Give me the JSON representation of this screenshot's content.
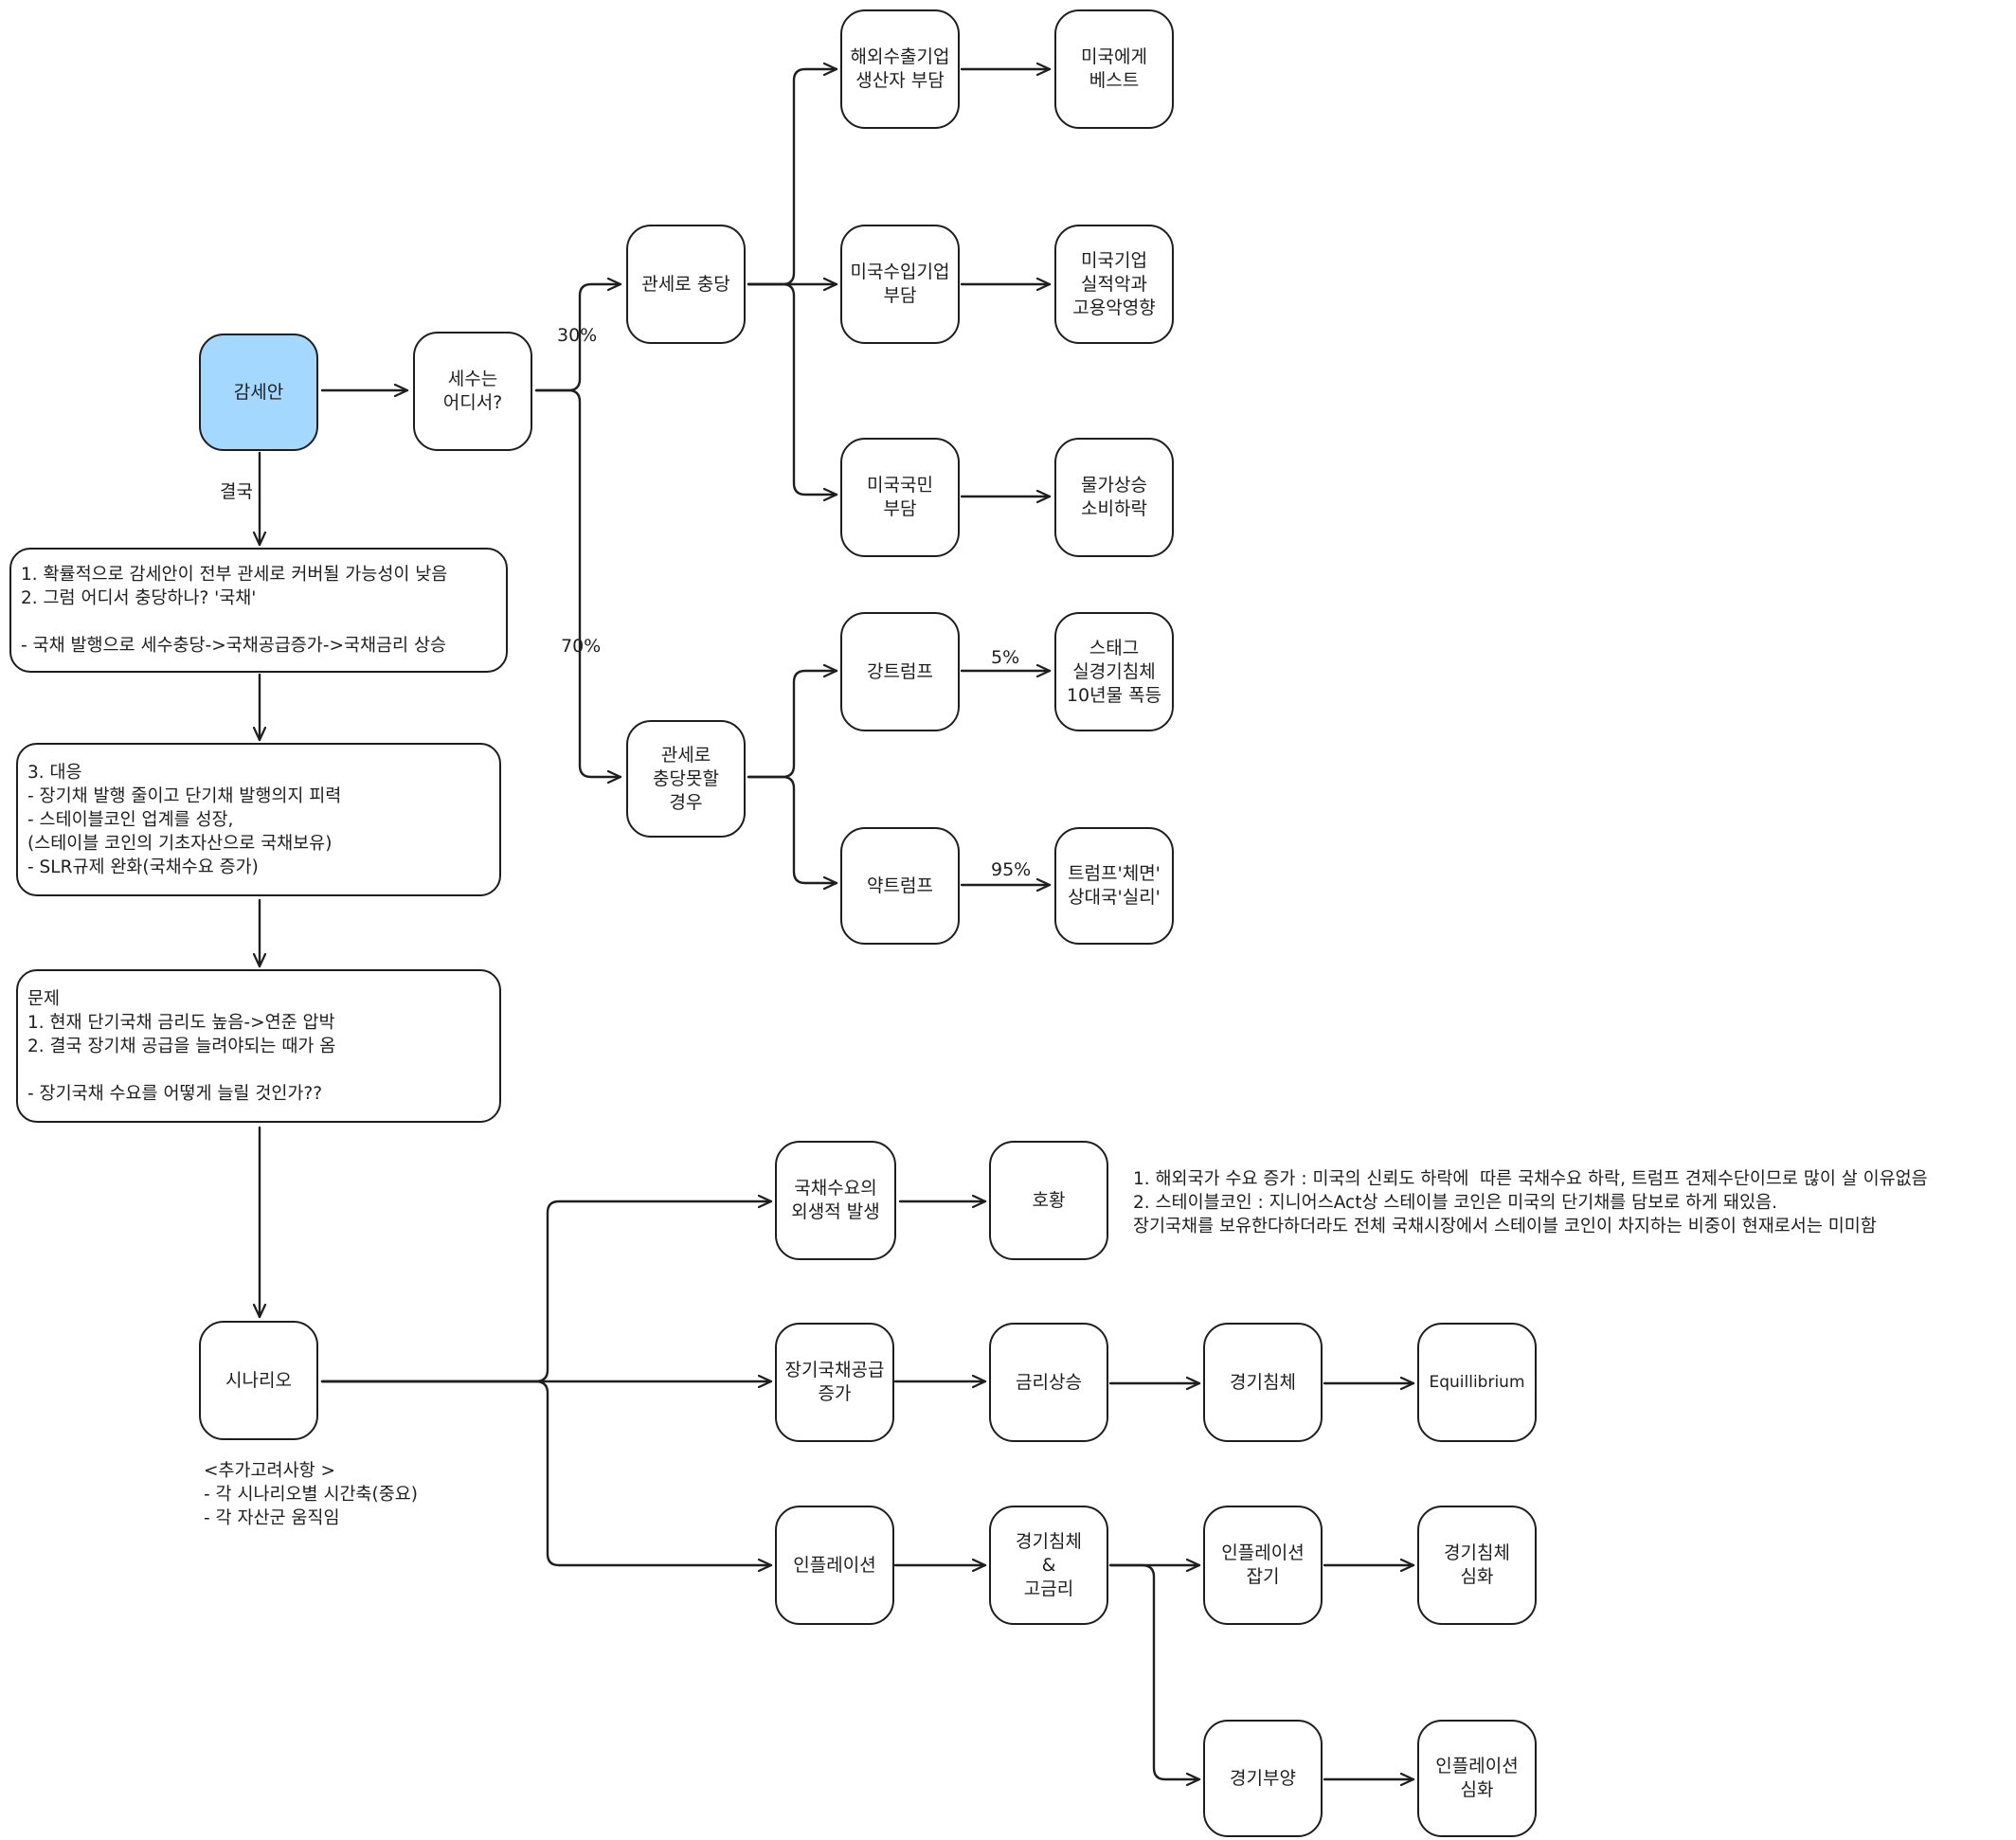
{
  "nodes": {
    "gamseaan": "감세안",
    "sesu": "세수는\n어디서?",
    "tariff_cover": "관세로 충당",
    "tariff_nocover": "관세로\n충당못할\n경우",
    "export_burden": "해외수출기업\n생산자 부담",
    "best_us": "미국에게\n베스트",
    "import_burden": "미국수입기업\n부담",
    "us_corp_effect": "미국기업\n실적악과\n고용악영향",
    "citizen_burden": "미국국민\n부담",
    "price_up": "물가상승\n소비하락",
    "strong_trump": "강트럼프",
    "stagflation": "스태그\n실경기침체\n10년물 폭등",
    "weak_trump": "약트럼프",
    "trump_face": "트럼프'체면'\n상대국'실리'",
    "box1": "1. 확률적으로 감세안이 전부 관세로 커버될 가능성이 낮음\n2. 그럼 어디서 충당하나? '국채'\n\n- 국채 발행으로 세수충당->국채공급증가->국채금리 상승",
    "box2": "3. 대응\n- 장기채 발행 줄이고 단기채 발행의지 피력\n- 스테이블코인 업계를 성장,\n(스테이블 코인의 기초자산으로 국채보유)\n- SLR규제 완화(국채수요 증가)",
    "box3": "문제\n1. 현재 단기국채 금리도 높음->연준 압박\n2. 결국 장기채 공급을 늘려야되는 때가 옴\n\n- 장기국채 수요를 어떻게 늘릴 것인가??",
    "scenario": "시나리오",
    "demand_ext": "국채수요의\n외생적 발생",
    "boom": "호황",
    "long_supply": "장기국채공급\n증가",
    "rate_up": "금리상승",
    "recession1": "경기침체",
    "equilibrium": "Equillibrium",
    "inflation": "인플레이션",
    "stag_high": "경기침체\n&\n고금리",
    "inflation_catch": "인플레이션\n잡기",
    "recession_deep": "경기침체\n심화",
    "stimulus": "경기부양",
    "inflation_deep": "인플레이션\n심화"
  },
  "labels": {
    "gyeolguk": "결국",
    "pct30": "30%",
    "pct70": "70%",
    "pct5": "5%",
    "pct95": "95%"
  },
  "notes": {
    "boom_note": "1. 해외국가 수요 증가 : 미국의 신뢰도 하락에  따른 국채수요 하락, 트럼프 견제수단이므로 많이 살 이유없음\n2. 스테이블코인 : 지니어스Act상 스테이블 코인은 미국의 단기채를 담보로 하게 돼있음.\n장기국채를 보유한다하더라도 전체 국채시장에서 스테이블 코인이 차지하는 비중이 현재로서는 미미함",
    "extra": "<추가고려사항 >\n- 각 시나리오별 시간축(중요)\n- 각 자산군 움직임"
  },
  "colors": {
    "stroke": "#1e1e1e",
    "start_fill": "#a5d8ff",
    "background": "#ffffff"
  }
}
